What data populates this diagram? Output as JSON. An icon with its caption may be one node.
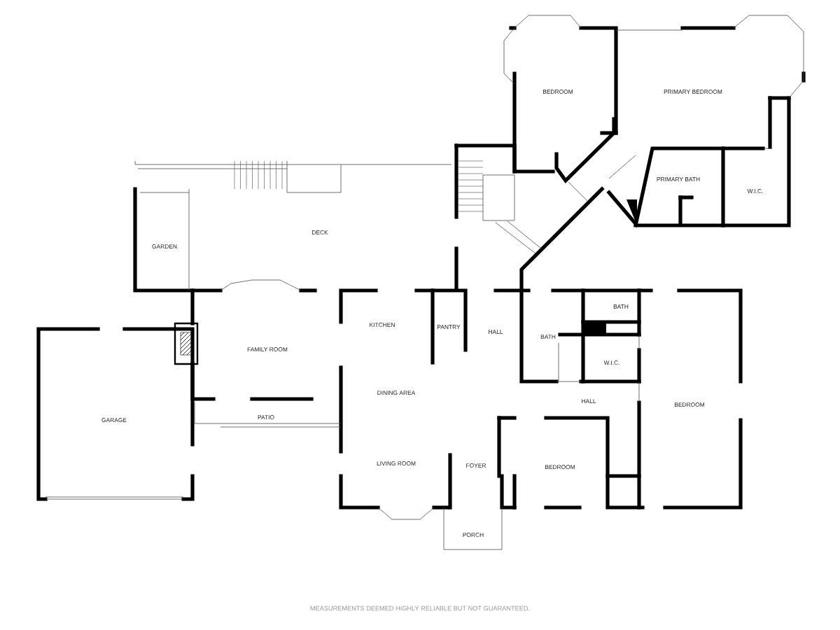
{
  "diagram": {
    "labels": [
      "BEDROOM",
      "PRIMARY BEDROOM",
      "PRIMARY BATH",
      "W.I.C.",
      "DECK",
      "GARDEN",
      "BATH",
      "KITCHEN",
      "PANTRY",
      "HALL",
      "BATH",
      "FAMILY ROOM",
      "W.I.C.",
      "DINING AREA",
      "HALL",
      "BEDROOM",
      "PATIO",
      "GARAGE",
      "LIVING ROOM",
      "FOYER",
      "BEDROOM",
      "PORCH",
      "MEASUREMENTS DEEMED HIGHLY RELIABLE BUT NOT GUARANTEED."
    ]
  }
}
